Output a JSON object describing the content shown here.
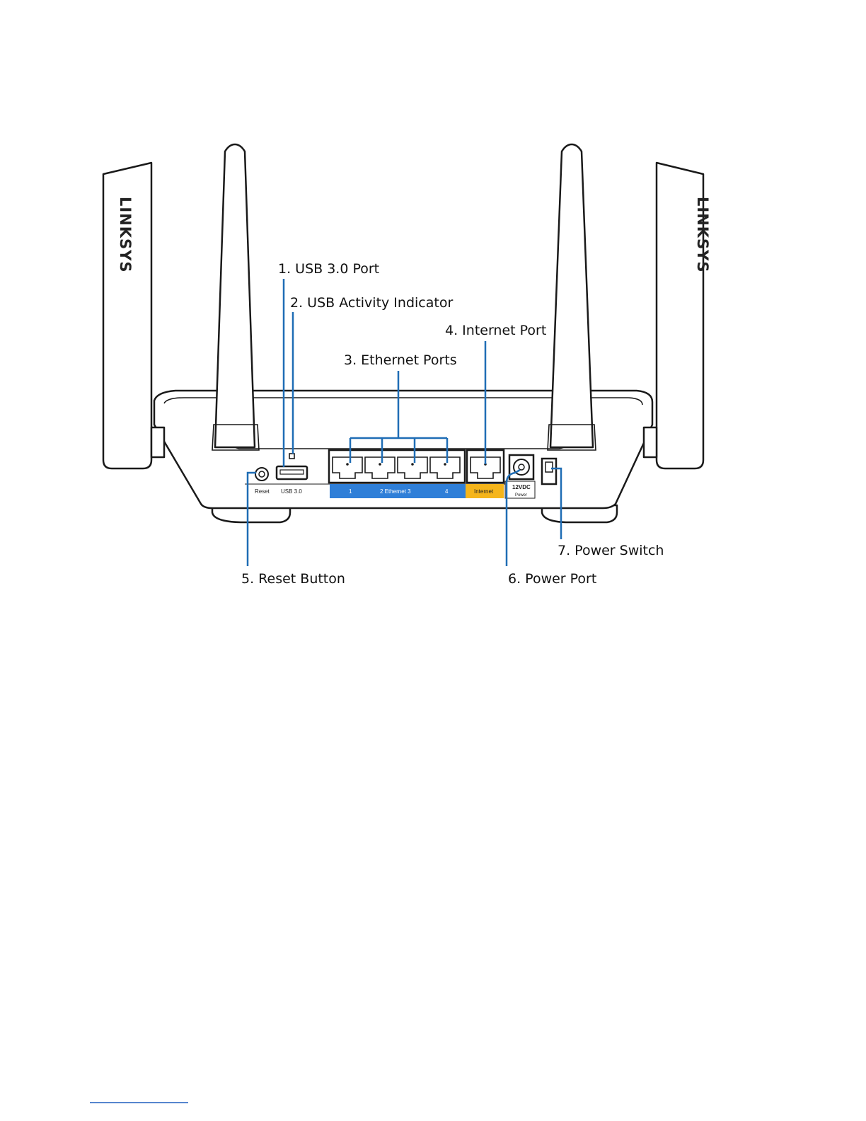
{
  "colors": {
    "leader": "#1f6db5",
    "ethernet_band": "#2f7fd8",
    "internet_band": "#f5b51b",
    "outline": "#1a1a1a"
  },
  "callouts": [
    {
      "id": "usb-port",
      "label": "1. USB 3.0 Port"
    },
    {
      "id": "usb-activity",
      "label": "2. USB Activity Indicator"
    },
    {
      "id": "ethernet-ports",
      "label": "3. Ethernet Ports"
    },
    {
      "id": "internet-port",
      "label": "4. Internet Port"
    },
    {
      "id": "reset-button",
      "label": "5. Reset Button"
    },
    {
      "id": "power-port",
      "label": "6. Power Port"
    },
    {
      "id": "power-switch",
      "label": "7. Power Switch"
    }
  ],
  "panel_labels": {
    "reset": "Reset",
    "usb": "USB 3.0",
    "port1": "1",
    "ethernet_mid": "2 Ethernet 3",
    "port4": "4",
    "internet": "Internet",
    "power_top": "12VDC",
    "power_bottom": "Power"
  },
  "brand": {
    "left": "LINKSYS",
    "right": "LINKSYS"
  }
}
